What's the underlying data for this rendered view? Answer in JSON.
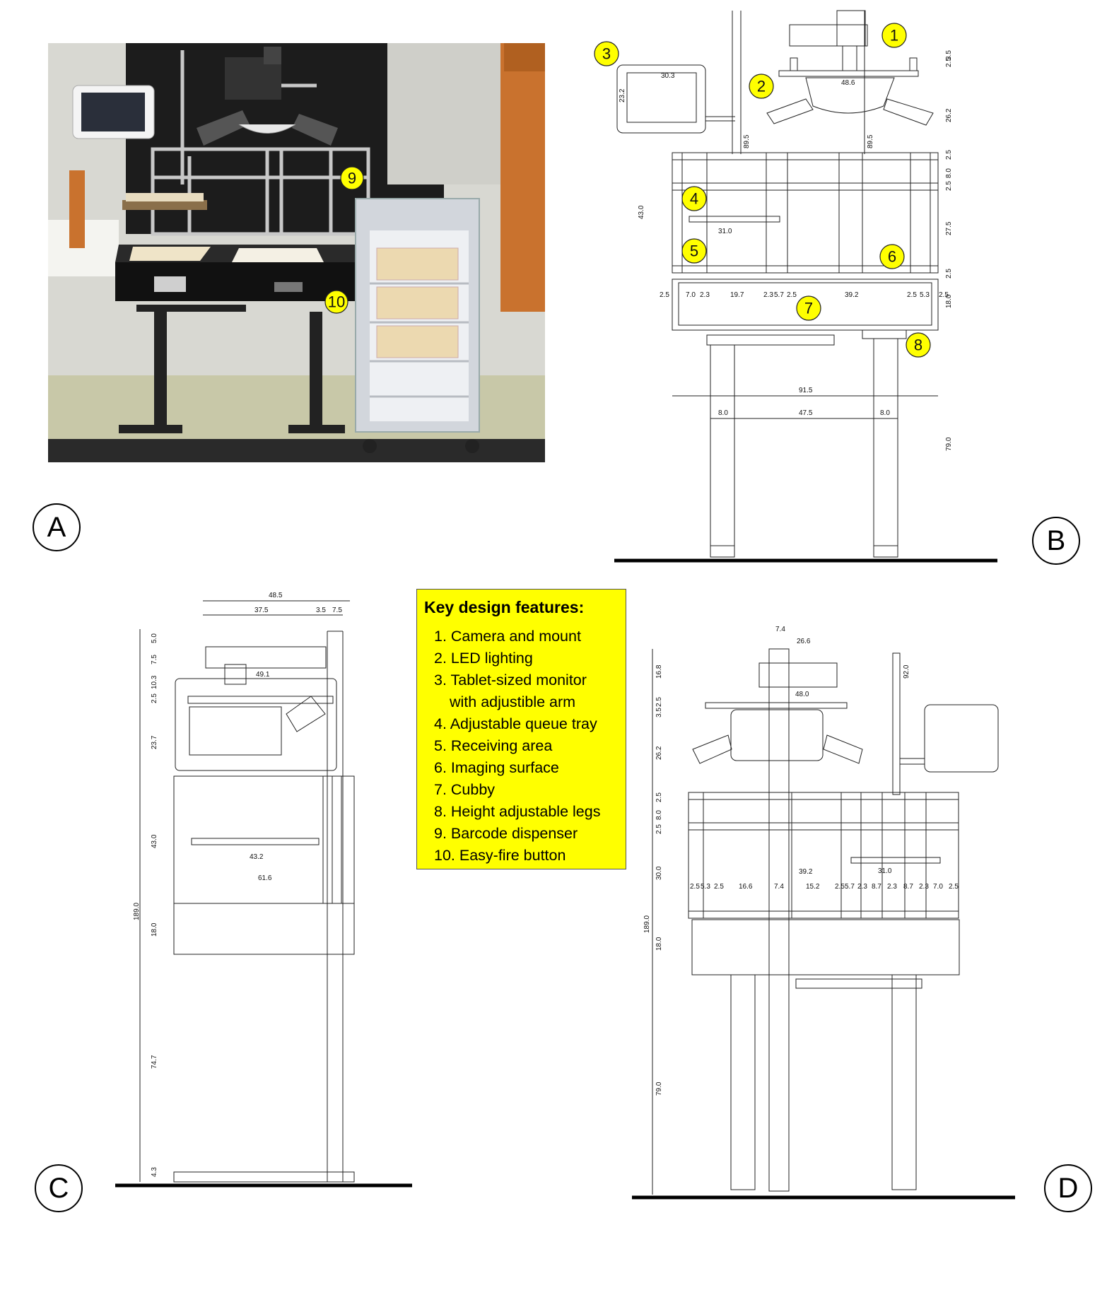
{
  "panels": {
    "a": "A",
    "b": "B",
    "c": "C",
    "d": "D"
  },
  "key": {
    "title": "Key design features:",
    "items": [
      "1. Camera and mount",
      "2. LED lighting",
      "3. Tablet-sized monitor",
      "with adjustible arm",
      "4. Adjustable queue tray",
      "5. Receiving area",
      "6. Imaging surface",
      "7. Cubby",
      "8. Height adjustable legs",
      "9. Barcode dispenser",
      "10. Easy-fire button"
    ]
  },
  "callouts": {
    "c1": "1",
    "c2": "2",
    "c3": "3",
    "c4": "4",
    "c5": "5",
    "c6": "6",
    "c7": "7",
    "c8": "8",
    "c9": "9",
    "c10": "10"
  },
  "dims_b": {
    "monitor_w": "30.3",
    "monitor_h": "23.2",
    "light_w": "48.6",
    "pole_l": "89.5",
    "pole_r": "89.5",
    "r1": "2.5",
    "r2": "3.5",
    "r3": "26.2",
    "r4": "2.5",
    "r5": "8.0",
    "r6": "2.5",
    "r7": "27.5",
    "r8": "2.5",
    "r9": "18.0",
    "r10": "79.0",
    "left43": "43.0",
    "tray": "31.0",
    "c1": "2.5",
    "c2": "7.0",
    "c3": "2.3",
    "c4": "19.7",
    "c5": "2.3",
    "c6": "5.7",
    "c7": "2.5",
    "c8": "39.2",
    "c9": "2.5",
    "c10": "5.3",
    "c11": "2.5",
    "width": "91.5",
    "leg_l": "8.0",
    "span": "47.5",
    "leg_r": "8.0"
  },
  "dims_c": {
    "top": "48.5",
    "a": "37.5",
    "b": "3.5",
    "c": "7.5",
    "arm": "49.1",
    "v1": "5.0",
    "v2": "7.5",
    "v3": "10.3",
    "v4": "2.5",
    "v5": "23.7",
    "v6": "43.0",
    "v7": "18.0",
    "v8": "74.7",
    "v9": "4.3",
    "total": "189.0",
    "tray": "43.2",
    "depth": "61.6"
  },
  "dims_d": {
    "cam_w": "7.4",
    "cam_l": "26.6",
    "light": "48.0",
    "v1": "16.8",
    "v2": "2.5",
    "v3": "3.5",
    "v4": "26.2",
    "v5": "2.5",
    "v6": "8.0",
    "v7": "2.5",
    "v8": "30.0",
    "v9": "18.0",
    "v10": "79.0",
    "total": "189.0",
    "pole": "92.0",
    "span": "39.2",
    "tray": "31.0",
    "h1": "2.5",
    "h2": "5.3",
    "h3": "2.5",
    "h4": "16.6",
    "h5": "7.4",
    "h6": "15.2",
    "h7": "2.5",
    "h8": "5.7",
    "h9": "2.3",
    "h10": "8.7",
    "h11": "2.3",
    "h12": "8.7",
    "h13": "2.3",
    "h14": "7.0",
    "h15": "2.5"
  }
}
